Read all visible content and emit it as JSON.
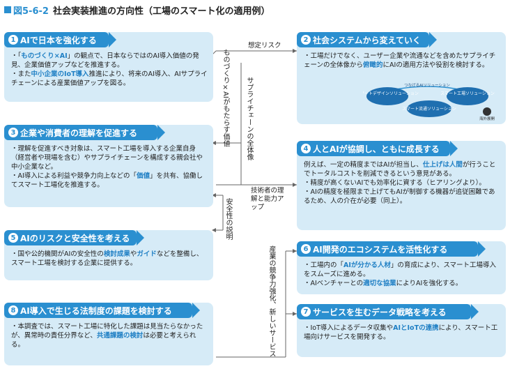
{
  "figure": {
    "num": "図5-6-2",
    "title": "社会実装推進の方向性（工場のスマート化の適用例）"
  },
  "box1": {
    "n": "1",
    "title": "AIで日本を強化する",
    "b1a": "・「",
    "b1h1": "ものづくり×AI",
    "b1b": "」の観点で、日本ならではのAI導入価値の発見、企業価値アップなどを推進する。",
    "b2a": "・また",
    "b2h1": "中小企業のIoT導入",
    "b2b": "推進により、将来のAI導入、AIサプライチェーンによる産業価値アップを図る。"
  },
  "box2": {
    "n": "2",
    "title": "社会システムから変えていく",
    "t1": "・工場だけでなく、ユーザー企業や流通などを含めたサプライチェーンの全体像から",
    "h1": "俯瞰的",
    "t2": "にAIの適用方法や役割を検討する。",
    "d1": "スマートデザインソリューション",
    "d2": "つなげるAIソリューション",
    "d3": "スマート工場ソリューション",
    "d4": "スマート流通ソリューション",
    "d5": "海外展開"
  },
  "box3": {
    "n": "3",
    "title": "企業や消費者の理解を促進する",
    "t1": "・理解を促進すべき対象は、スマート工場を導入する企業自身（経営者や現場を含む）やサプライチェーンを構成する親会社や中小企業など。",
    "t2": "・AI導入による利益や競争力向上などの「",
    "h1": "価値",
    "t3": "」を共有、協働してスマート工場化を推進する。"
  },
  "box4": {
    "n": "4",
    "title": "人とAIが協調し、ともに成長する",
    "t1": "例えば、一定の精度まではAIが担当し、",
    "h1": "仕上げは人間",
    "t2": "が行うことでトータルコストを削減できるという意見がある。",
    "t3": "・精度が高くないAIでも効率化に資する（ヒアリングより）。",
    "t4": "・AIの精度を極限まで上げてもAIが制御する機器が追従困難であるため、人の介在が必要（同上）。"
  },
  "box5": {
    "n": "5",
    "title": "AIのリスクと安全性を考える",
    "t1": "・国や公的機関がAIの安全性の",
    "h1": "検討成果",
    "t2": "や",
    "h2": "ガイド",
    "t3": "などを整備し、スマート工場を検討する企業に提供する。"
  },
  "box6": {
    "n": "6",
    "title": "AI開発のエコシステムを活性化する",
    "t1": "・工場内の「",
    "h1": "AIが分かる人材",
    "t2": "」の育成により、スマート工場導入をスムーズに進める。",
    "t3": "・AIベンチャーとの",
    "h2": "適切な協業",
    "t4": "によりAIを強化する。"
  },
  "box7": {
    "n": "7",
    "title": "サービスを生むデータ戦略を考える",
    "t1": "・IoT導入によるデータ収集や",
    "h1": "AIとIoTの連携",
    "t2": "により、スマート工場向けサービスを開発する。"
  },
  "box8": {
    "n": "8",
    "title": "AI導入で生じる法制度の課題を検討する",
    "t1": "・本調査では、スマート工場に特化した課題は見当たらなかったが、異常時の責任分界など、",
    "h1": "共通課題の検討",
    "t2": "は必要と考えられる。"
  },
  "labels": {
    "v1": "ものづくり×AIがもたらす価値",
    "l1": "想定リスク",
    "v2": "サプライチェーンの全体像",
    "l2": "技術者の理解と能力アップ",
    "v3": "安全性の説明",
    "v4": "産業の競争力強化、新しいサービス"
  },
  "colors": {
    "accent": "#2a8fd0",
    "panel": "#d6ebf7",
    "highlight": "#1f7fc4"
  }
}
